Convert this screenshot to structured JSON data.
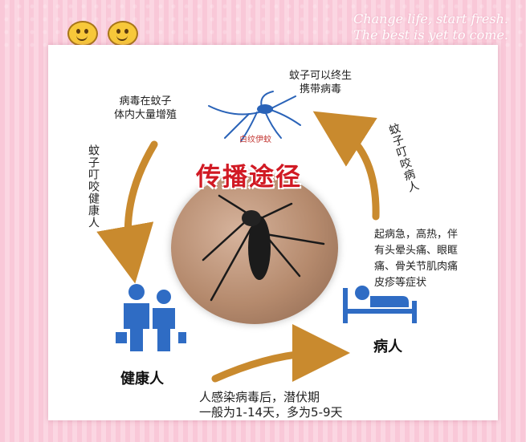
{
  "tagline": {
    "line1": "Change life, start fresh.",
    "line2": "The best is yet to come."
  },
  "title": "传播途径",
  "mosquito_species": "白纹伊蚊",
  "labels": {
    "virus_multiply": [
      "病毒在蚊子",
      "体内大量增殖"
    ],
    "lifelong_carrier": [
      "蚊子可以终生",
      "携带病毒"
    ],
    "bite_healthy": "蚊子叮咬健康人",
    "bite_patient": "蚊子叮咬病人",
    "healthy_person": "健康人",
    "patient": "病人"
  },
  "symptoms": [
    "起病急，高热，伴",
    "有头晕头痛、眼眶",
    "痛、骨关节肌肉痛",
    "皮疹等症状"
  ],
  "incubation": [
    "人感染病毒后，潜伏期",
    "一般为1-14天，多为5-9天"
  ],
  "colors": {
    "arrow": "#c98a2e",
    "title": "#d11a24",
    "person_blue": "#2f6cc4",
    "mosquito_blue": "#2a63b8",
    "background_pink": "#fbd3e0"
  },
  "icons": [
    "smiley-face-icon",
    "mosquito-icon",
    "family-icon",
    "patient-bed-icon",
    "arrow-icon"
  ]
}
